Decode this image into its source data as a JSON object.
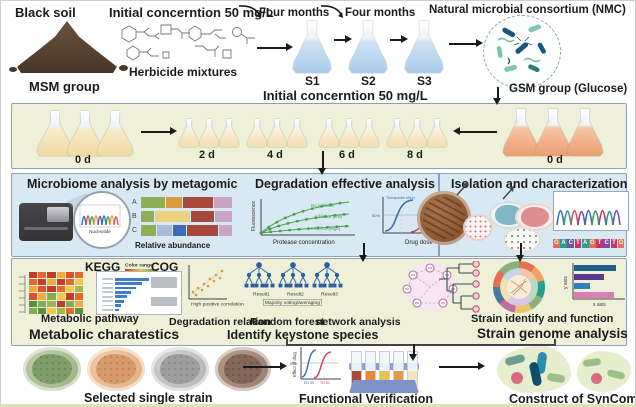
{
  "colors": {
    "panel_green": "#eef1d7",
    "panel_blue": "#d9e9f4",
    "panel_border": "#8fa0b6",
    "forest_blue": "#2b5ca8",
    "scatter_orange": "#e8933a"
  },
  "top_row": {
    "black_soil": "Black soil",
    "msm_group": "MSM group",
    "initial_conc_top": "Initial concerntion 50 mg/L",
    "herbicide_mixtures": "Herbicide mixtures",
    "four_months_1": "Four months",
    "four_months_2": "Four months",
    "s1": "S1",
    "s2": "S2",
    "s3": "S3",
    "initial_conc_bottom": "Initial concerntion 50 mg/L",
    "nmc": "Natural microbial consortium (NMC)",
    "gsm_group": "GSM group (Glucose)"
  },
  "incubation": {
    "msm_day0": "0 d",
    "day2": "2 d",
    "day4": "4 d",
    "day6": "6 d",
    "day8": "8 d",
    "gsm_day0": "0 d"
  },
  "microbiome": {
    "title": "Microbiome analysis by metagomic",
    "nucleotide": "Nucleotide",
    "abundance_label": "Relative abundance",
    "abundance_rows": [
      {
        "label": "A",
        "segs": [
          [
            "#8fae56",
            24
          ],
          [
            "#de9a3e",
            16
          ],
          [
            "#a7493a",
            30
          ],
          [
            "#c9a4c6",
            18
          ]
        ]
      },
      {
        "label": "B",
        "segs": [
          [
            "#8fae56",
            12
          ],
          [
            "#ecd27e",
            34
          ],
          [
            "#a7493a",
            22
          ],
          [
            "#c9a4c6",
            16
          ]
        ]
      },
      {
        "label": "C",
        "segs": [
          [
            "#8fae56",
            14
          ],
          [
            "#a9bcd6",
            14
          ],
          [
            "#3f6cb4",
            12
          ],
          [
            "#a7493a",
            28
          ],
          [
            "#c9a4c6",
            12
          ]
        ]
      }
    ]
  },
  "degradation": {
    "title": "Degradation effective analysis",
    "fluorescence": "Fluorescence",
    "protease_x": "Protease concentration",
    "no_inhibitor": "No inhibitor",
    "inhibitor_low": "Inhibitor [low]",
    "inhibitor_high": "Inhibitor [high]",
    "drug_dose": "Drug dose",
    "therapeutic": "Therapeutic effect",
    "toxic": "Toxic effect",
    "fifty": "50%"
  },
  "isolation": {
    "title": "Isolation and characterization",
    "sequence": "GACTAGTCTG",
    "base_colors": {
      "G": "#e76f51",
      "A": "#2a9d8f",
      "C": "#7b4fa8",
      "T": "#c1386e"
    }
  },
  "omics": {
    "kegg": "KEGG",
    "color_range": "Color range",
    "cog": "COG",
    "metabolic_pathway": "Metabolic pathway",
    "metabolic_charatestics": "Metabolic charatestics",
    "high_positive": "High positive correlation",
    "results": [
      "Result1",
      "Result2",
      "Result3"
    ],
    "majority": "Majority voting/averaging",
    "degradation_relation": "Degradation relation",
    "random_forest": "Random forest",
    "network_analysis": "network analysis",
    "keystone": "Identify  keystone species",
    "strain_identify": "Strain identify and function",
    "strain_genome": "Strain genome analysis",
    "y_axis": "y axis",
    "x_axis": "x axis",
    "kegg_heatmap": [
      [
        "#c43b2a",
        "#e2692f",
        "#c43b2a",
        "#f2a93b",
        "#d8542e",
        "#e2692f"
      ],
      [
        "#e2692f",
        "#c43b2a",
        "#f2a93b",
        "#c43b2a",
        "#e2692f",
        "#f2c84b"
      ],
      [
        "#f2a93b",
        "#d8542e",
        "#c43b2a",
        "#e2692f",
        "#f2c84b",
        "#a0b84a"
      ],
      [
        "#d8542e",
        "#f2a93b",
        "#7fae4e",
        "#f2c84b",
        "#c43b2a",
        "#e2692f"
      ],
      [
        "#5d8f3c",
        "#7fae4e",
        "#a0b84a",
        "#c43b2a",
        "#7fae4e",
        "#f2a93b"
      ],
      [
        "#7fae4e",
        "#5d8f3c",
        "#f2c84b",
        "#a0b84a",
        "#e2692f",
        "#5d8f3c"
      ]
    ],
    "cog_bar_widths": [
      34,
      27,
      21,
      16,
      12,
      9,
      6,
      4
    ],
    "bar_chart": {
      "colors": [
        "#1f5f8b",
        "#5b3a8e",
        "#2f7fc1",
        "#d77fb4"
      ],
      "widths": [
        42,
        30,
        16,
        40
      ]
    }
  },
  "verification": {
    "selected_strain": "Selected single strain",
    "effect_of_drug": "Effect of drug",
    "fifty_percent": "50%",
    "ed50": "ED 50",
    "td50": "TD 50",
    "functional": "Functional Verification",
    "syncom": "Construct of SynCom"
  }
}
